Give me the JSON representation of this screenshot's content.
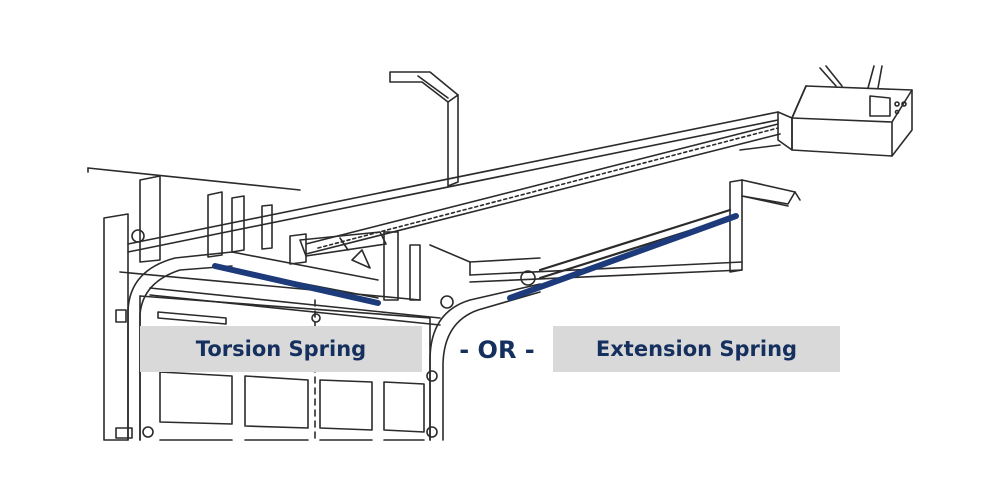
{
  "labels": {
    "torsion": "Torsion Spring",
    "separator": "- OR -",
    "extension": "Extension Spring"
  },
  "colors": {
    "highlight": "#1d3a7a",
    "label_text": "#15305e",
    "label_bg": "#d9d9d9",
    "line_art": "#2b2b2b"
  }
}
